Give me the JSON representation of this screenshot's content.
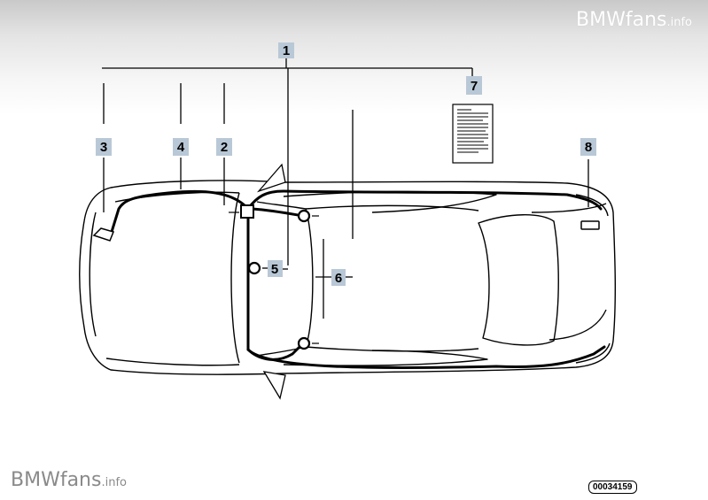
{
  "watermark": {
    "brand": "BMWfans",
    "suffix": ".info"
  },
  "diagram": {
    "callouts": [
      "1",
      "2",
      "3",
      "4",
      "5",
      "6",
      "7",
      "8"
    ]
  },
  "image_code": "00034159"
}
